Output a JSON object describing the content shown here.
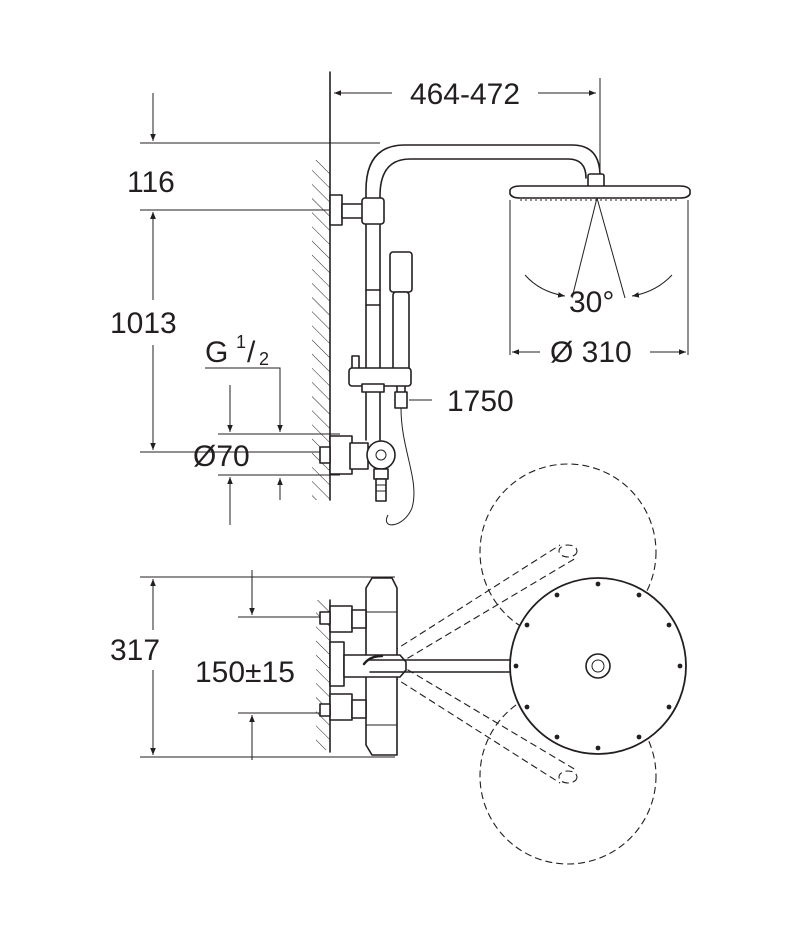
{
  "dimensions": {
    "arm_length": "464-472",
    "top_offset": "116",
    "rail_height": "1013",
    "connection_thread": "G",
    "connection_thread_num": "1",
    "connection_thread_den": "2",
    "connection_diameter": "Ø70",
    "hose_length": "1750",
    "spray_angle": "30°",
    "head_diameter": "Ø 310",
    "plan_depth": "317",
    "center_distance": "150±15"
  },
  "colors": {
    "ink": "#231f20",
    "background": "#ffffff"
  }
}
